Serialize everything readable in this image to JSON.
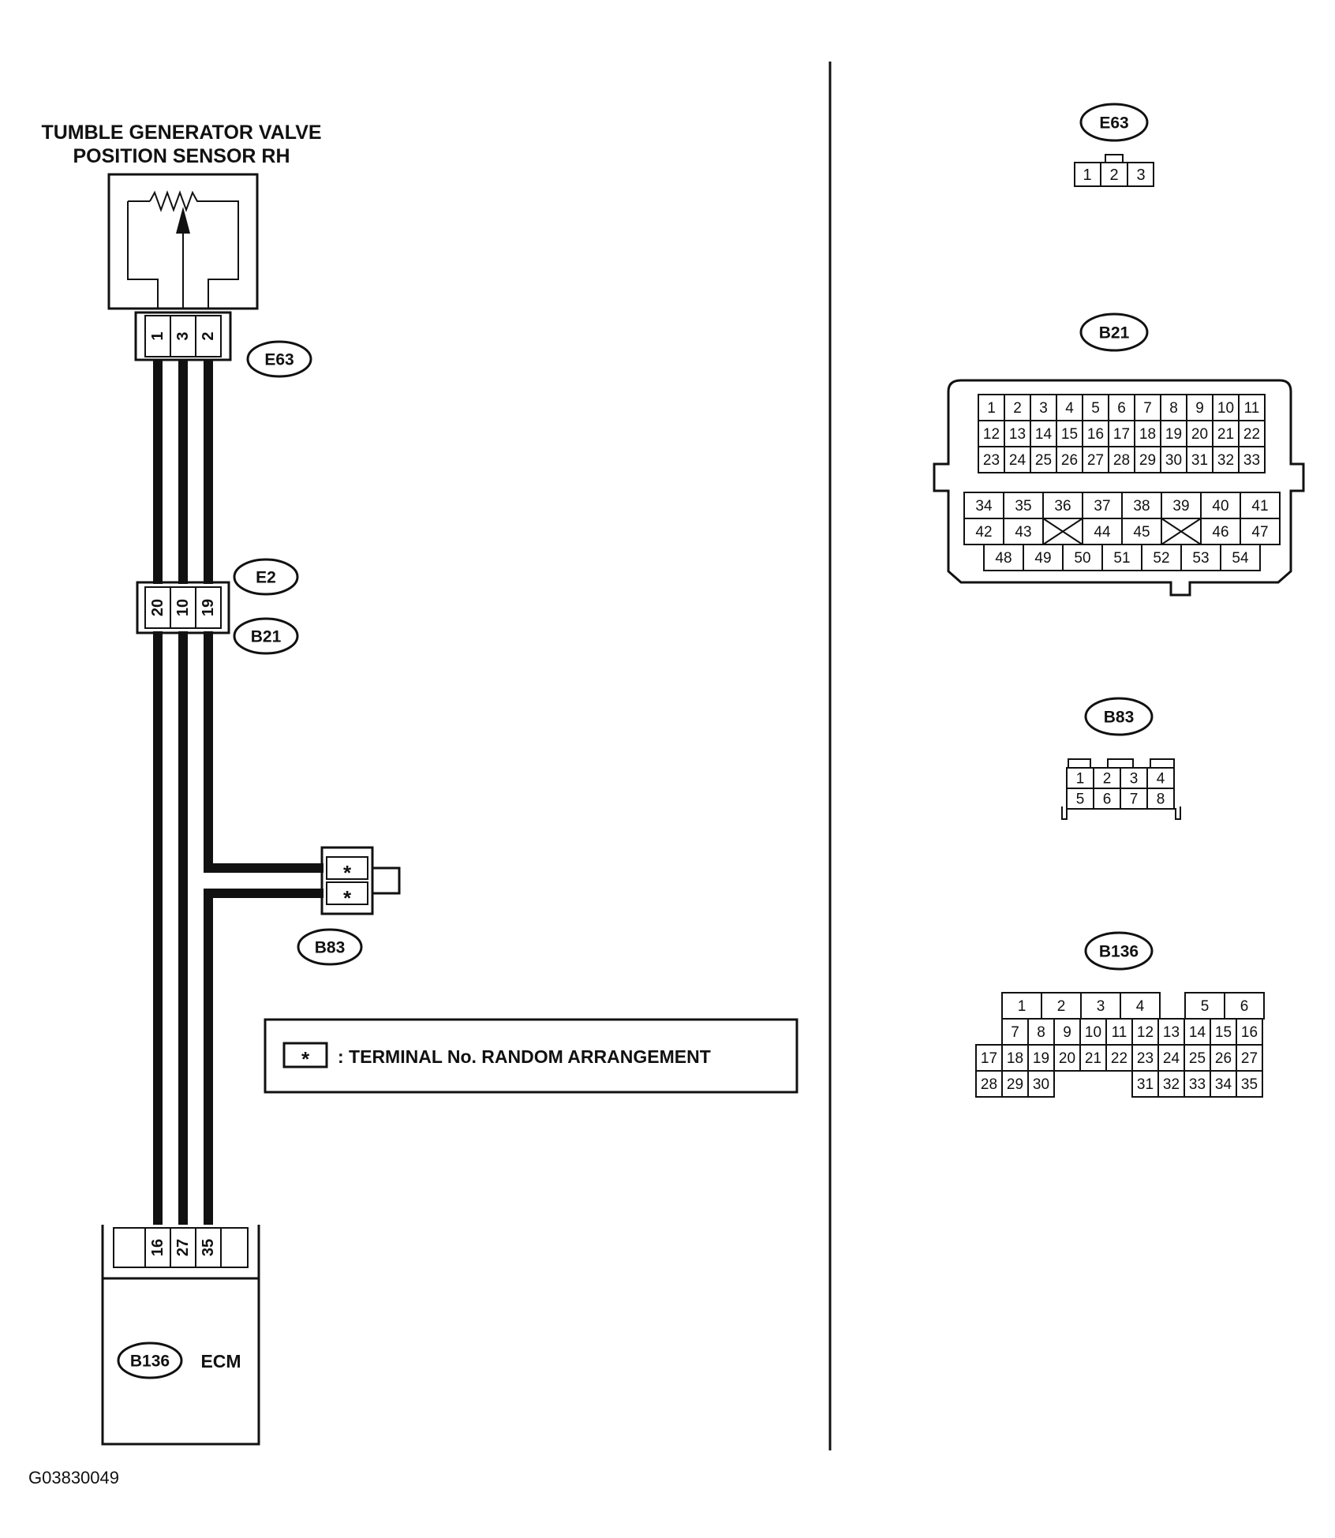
{
  "sensor": {
    "title_line1": "TUMBLE GENERATOR VALVE",
    "title_line2": "POSITION SENSOR RH",
    "terminals": [
      "1",
      "3",
      "2"
    ]
  },
  "connectors": {
    "e63": "E63",
    "e2": "E2",
    "b21": "B21",
    "b83": "B83",
    "b136": "B136"
  },
  "junction_terminals": [
    "20",
    "10",
    "19"
  ],
  "b83_terminals": [
    "*",
    "*"
  ],
  "ecm": {
    "label": "ECM",
    "terminals": [
      "16",
      "27",
      "35"
    ]
  },
  "legend": {
    "symbol": "*",
    "text": ": TERMINAL No. RANDOM ARRANGEMENT"
  },
  "figure_id": "G03830049",
  "pinouts": {
    "e63": {
      "title": "E63",
      "pins": [
        "1",
        "2",
        "3"
      ]
    },
    "b21": {
      "title": "B21",
      "row1": [
        "1",
        "2",
        "3",
        "4",
        "5",
        "6",
        "7",
        "8",
        "9",
        "10",
        "11"
      ],
      "row2": [
        "12",
        "13",
        "14",
        "15",
        "16",
        "17",
        "18",
        "19",
        "20",
        "21",
        "22"
      ],
      "row3": [
        "23",
        "24",
        "25",
        "26",
        "27",
        "28",
        "29",
        "30",
        "31",
        "32",
        "33"
      ],
      "row4": [
        "34",
        "35",
        "36",
        "37",
        "38",
        "39",
        "40",
        "41"
      ],
      "row5": [
        "42",
        "43",
        "44",
        "45",
        "46",
        "47"
      ],
      "row6": [
        "48",
        "49",
        "50",
        "51",
        "52",
        "53",
        "54"
      ]
    },
    "b83": {
      "title": "B83",
      "row1": [
        "1",
        "2",
        "3",
        "4"
      ],
      "row2": [
        "5",
        "6",
        "7",
        "8"
      ]
    },
    "b136": {
      "title": "B136",
      "row1": [
        "1",
        "2",
        "3",
        "4",
        "5",
        "6"
      ],
      "row2": [
        "7",
        "8",
        "9",
        "10",
        "11",
        "12",
        "13",
        "14",
        "15",
        "16"
      ],
      "row3": [
        "17",
        "18",
        "19",
        "20",
        "21",
        "22",
        "23",
        "24",
        "25",
        "26",
        "27"
      ],
      "row4": [
        "28",
        "29",
        "30",
        "31",
        "32",
        "33",
        "34",
        "35"
      ]
    }
  }
}
